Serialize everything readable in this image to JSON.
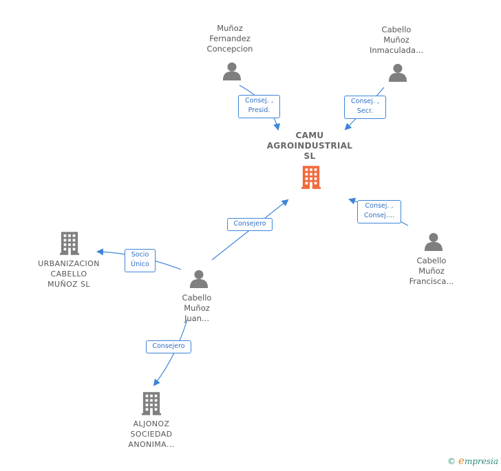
{
  "colors": {
    "edge": "#3d85d8",
    "person_icon": "#7f7f7f",
    "company_icon_main": "#f26a3b",
    "company_icon_other": "#7f7f7f"
  },
  "nodes": {
    "camu": {
      "lines": [
        "CAMU",
        "AGROINDUSTRIAL",
        "SL"
      ],
      "icon": "building-icon"
    },
    "munoz_fernandez": {
      "lines": [
        "Muñoz",
        "Fernandez",
        "Concepcion"
      ],
      "icon": "person-icon"
    },
    "cabello_inmaculada": {
      "lines": [
        "Cabello",
        "Muñoz",
        "Inmaculada..."
      ],
      "icon": "person-icon"
    },
    "cabello_francisca": {
      "lines": [
        "Cabello",
        "Muñoz",
        "Francisca..."
      ],
      "icon": "person-icon"
    },
    "cabello_juan": {
      "lines": [
        "Cabello",
        "Muñoz",
        "Juan..."
      ],
      "icon": "person-icon"
    },
    "urbanizacion": {
      "lines": [
        "URBANIZACION",
        "CABELLO",
        "MUÑOZ  SL"
      ],
      "icon": "building-icon"
    },
    "aljonoz": {
      "lines": [
        "ALJONOZ",
        "SOCIEDAD",
        "ANONIMA..."
      ],
      "icon": "building-icon"
    }
  },
  "edges": {
    "munoz_to_camu": [
      "Consej. ,",
      "Presid."
    ],
    "inmaculada_to_camu": [
      "Consej. ,",
      "Secr."
    ],
    "francisca_to_camu": [
      "Consej. ,",
      "Consej...."
    ],
    "juan_to_camu": [
      "Consejero"
    ],
    "juan_to_urbanizacion": [
      "Socio",
      "Único"
    ],
    "juan_to_aljonoz": [
      "Consejero"
    ]
  },
  "footer": {
    "copyright": "©",
    "brand_initial": "e",
    "brand_rest": "mpresia"
  }
}
